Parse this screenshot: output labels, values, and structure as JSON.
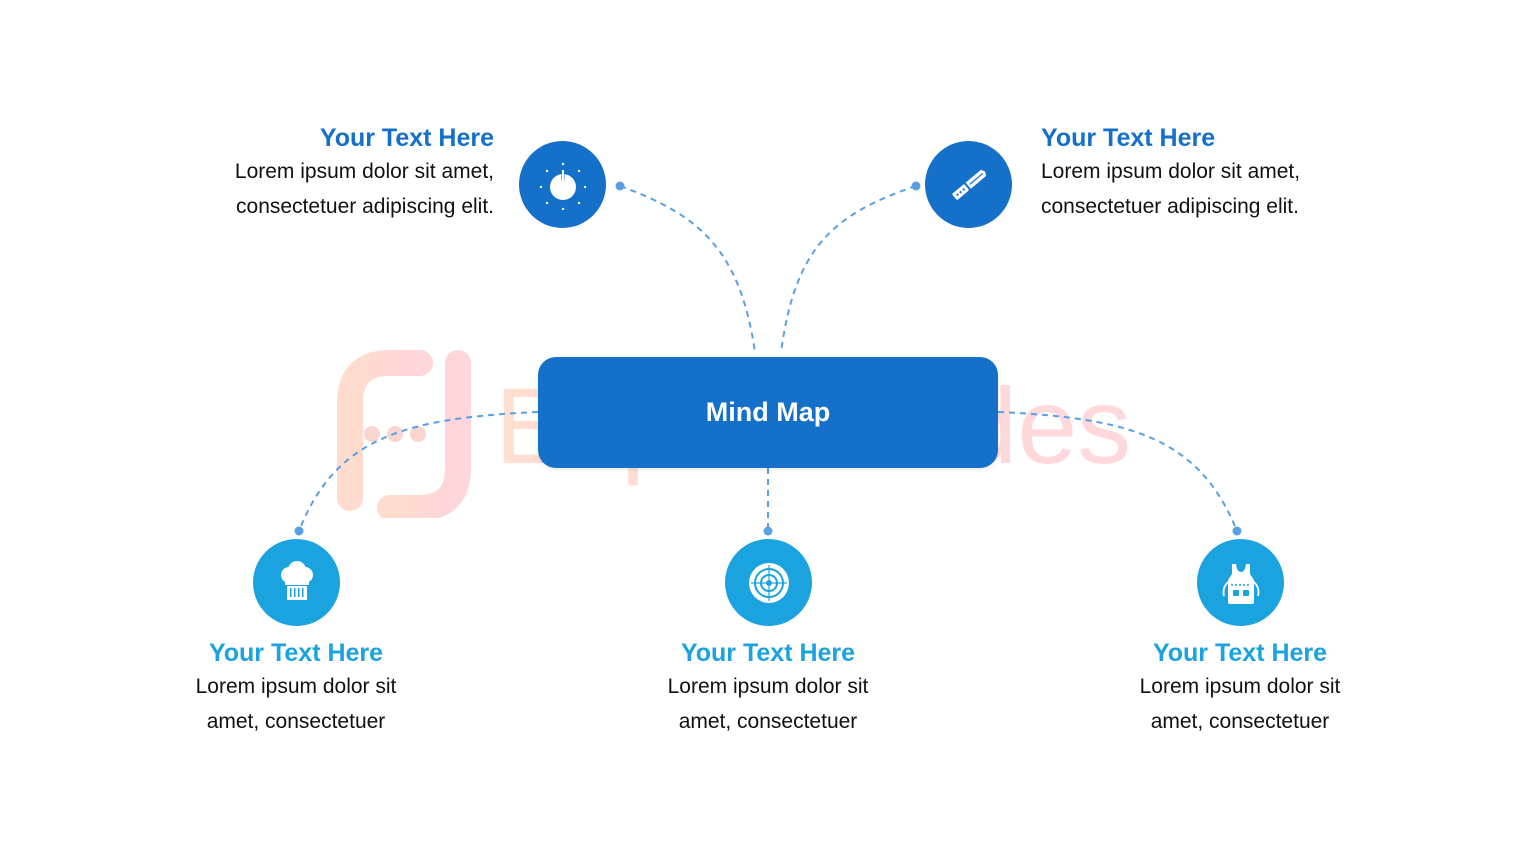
{
  "center": {
    "label": "Mind Map"
  },
  "watermark": {
    "text": "Expert Slides"
  },
  "nodes": [
    {
      "id": "top-left",
      "title": "Your Text Here",
      "line1": "Lorem ipsum dolor sit amet,",
      "line2": "consectetuer adipiscing elit.",
      "icon": "power-knob-icon"
    },
    {
      "id": "top-right",
      "title": "Your Text Here",
      "line1": "Lorem ipsum dolor sit amet,",
      "line2": "consectetuer adipiscing elit.",
      "icon": "knife-icon"
    },
    {
      "id": "bottom-left",
      "title": "Your Text Here",
      "line1": "Lorem ipsum dolor sit",
      "line2": "amet, consectetuer",
      "icon": "chef-hat-icon"
    },
    {
      "id": "bottom-center",
      "title": "Your Text Here",
      "line1": "Lorem ipsum dolor sit",
      "line2": "amet, consectetuer",
      "icon": "target-plate-icon"
    },
    {
      "id": "bottom-right",
      "title": "Your Text Here",
      "line1": "Lorem ipsum dolor sit",
      "line2": "amet, consectetuer",
      "icon": "apron-icon"
    }
  ],
  "colors": {
    "primary": "#1470c9",
    "secondary": "#1aa3de",
    "connector": "#5b9fe3"
  }
}
